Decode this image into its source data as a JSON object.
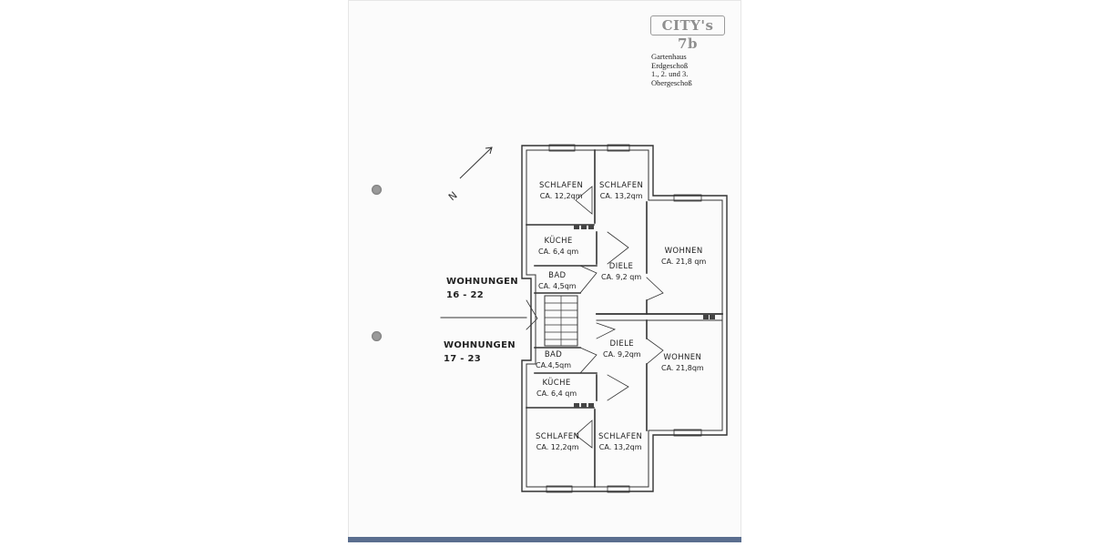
{
  "logo": "CITY's 7b",
  "caption": [
    "Gartenhaus",
    "Erdgeschoß",
    "1., 2. und 3.",
    "Obergeschoß"
  ],
  "north_label": "N",
  "groups": {
    "upper": [
      "WOHNUNGEN",
      "16 - 22"
    ],
    "lower": [
      "WOHNUNGEN",
      "17 - 23"
    ]
  },
  "rooms": {
    "schlafen_1_top": {
      "name": "SCHLAFEN",
      "area": "CA. 12,2qm"
    },
    "schlafen_2_top": {
      "name": "SCHLAFEN",
      "area": "CA. 13,2qm"
    },
    "kueche_top": {
      "name": "KÜCHE",
      "area": "CA. 6,4 qm"
    },
    "bad_top": {
      "name": "BAD",
      "area": "CA. 4,5qm"
    },
    "diele_top": {
      "name": "DIELE",
      "area": "CA. 9,2 qm"
    },
    "wohnen_top": {
      "name": "WOHNEN",
      "area": "CA. 21,8 qm"
    },
    "bad_bottom": {
      "name": "BAD",
      "area": "CA.4,5qm"
    },
    "diele_bottom": {
      "name": "DIELE",
      "area": "CA. 9,2qm"
    },
    "kueche_bottom": {
      "name": "KÜCHE",
      "area": "CA. 6,4 qm"
    },
    "wohnen_bottom": {
      "name": "WOHNEN",
      "area": "CA. 21,8qm"
    },
    "schlafen_1_bottom": {
      "name": "SCHLAFEN",
      "area": "CA. 12,2qm"
    },
    "schlafen_2_bottom": {
      "name": "SCHLAFEN",
      "area": "CA. 13,2qm"
    }
  }
}
